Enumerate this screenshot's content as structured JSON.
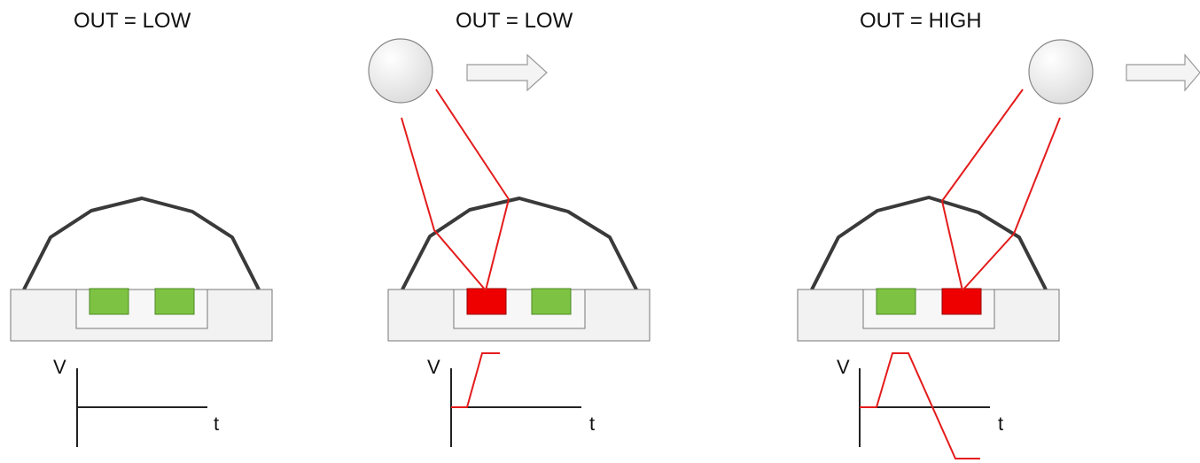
{
  "panels": [
    {
      "title": "OUT = LOW",
      "sensor_states": [
        "inactive",
        "inactive"
      ],
      "graph": {
        "y_label": "V",
        "x_label": "t"
      }
    },
    {
      "title": "OUT = LOW",
      "sensor_states": [
        "active",
        "inactive"
      ],
      "graph": {
        "y_label": "V",
        "x_label": "t"
      }
    },
    {
      "title": "OUT = HIGH",
      "sensor_states": [
        "inactive",
        "active"
      ],
      "graph": {
        "y_label": "V",
        "x_label": "t"
      }
    }
  ],
  "colors": {
    "inactive_sensor": "#7dc242",
    "active_sensor": "#ee0000",
    "ray": "#e41b1b",
    "outline": "#3a3a3a",
    "base_fill": "#f2f2f2",
    "object_fill": "#ededed"
  }
}
